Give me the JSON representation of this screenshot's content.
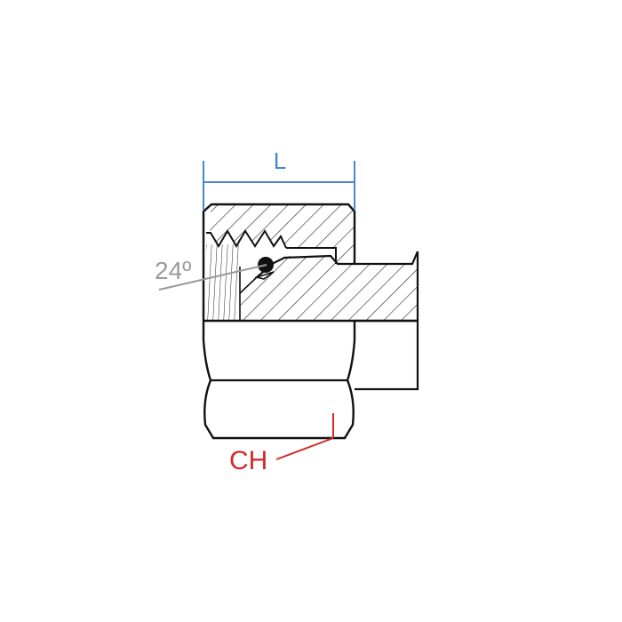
{
  "labels": {
    "length": "L",
    "angle": "24º",
    "hex": "CH"
  },
  "colors": {
    "outline": "#111111",
    "hatch": "#222222",
    "length_dim": "#4a86c8",
    "angle_dim": "#9a9a9a",
    "hex_dim": "#d42a2a",
    "background": "#ffffff"
  }
}
